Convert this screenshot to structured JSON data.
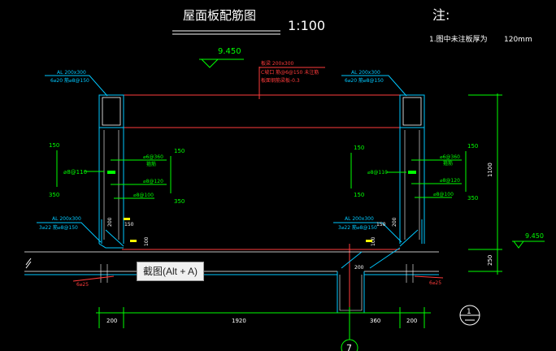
{
  "drawing": {
    "title": "屋面板配筋图",
    "scale": "1:100",
    "elevation_top": "9.450",
    "elevation_right": "9.450",
    "axis_label": "7",
    "axis_detail": "1"
  },
  "notes": {
    "heading": "注:",
    "line1": "1.图中未注板厚为",
    "line1_value": "120mm"
  },
  "labels": {
    "beam_center_1": "板梁 200x300",
    "beam_center_2": "C坡口 筋@6@150 未注筋",
    "beam_center_3": "板面钢筋梁板-0.3",
    "al_top_left_1": "AL 200x300",
    "al_top_left_2": "6⌀20 筋⌀8@150",
    "al_top_right_1": "AL 200x300",
    "al_top_right_2": "6⌀20 筋⌀8@150",
    "al_mid_left_1": "AL 200x300",
    "al_mid_left_2": "3⌀22 筋⌀8@150",
    "al_mid_right_1": "AL 200x300",
    "al_mid_right_2": "3⌀22 筋⌀8@150",
    "dim_150_l1": "150",
    "dim_350_l1": "350",
    "rebar_l1": "⌀8@110",
    "dim_150_l2": "150",
    "dim_350_l2": "350",
    "rebar_l2": "⌀6@360",
    "rebar_l3": "箍筋",
    "rebar_l4": "⌀8@120",
    "rebar_l5": "⌀8@100",
    "dim_150_r1": "150",
    "dim_150_r2": "150",
    "rebar_r1": "⌀8@110",
    "rebar_r2": "⌀6@360",
    "rebar_r3": "箍筋",
    "rebar_r4": "⌀8@120",
    "rebar_r5": "⌀8@100",
    "dim_150_r3": "150",
    "dim_350_r3": "350",
    "dim_200_l": "200",
    "dim_150_l3": "150",
    "dim_100_l": "100",
    "dim_200_r": "200",
    "dim_150_r4": "150",
    "dim_100_r": "100",
    "dim_200_c": "200",
    "rebar_bottom_l": "6⌀25",
    "rebar_bottom_r": "6⌀25",
    "dim_bottom_200a": "200",
    "dim_bottom_1920": "1920",
    "dim_bottom_360": "360",
    "dim_bottom_200b": "200",
    "dim_right_1100": "1100",
    "dim_right_250": "250"
  },
  "tooltip": {
    "text": "截图(Alt + A)"
  },
  "colors": {
    "white": "#ffffff",
    "cyan": "#00c8ff",
    "green": "#00ff00",
    "red": "#ff3b3b",
    "yellow": "#ffff00",
    "blue": "#3a6cff"
  }
}
